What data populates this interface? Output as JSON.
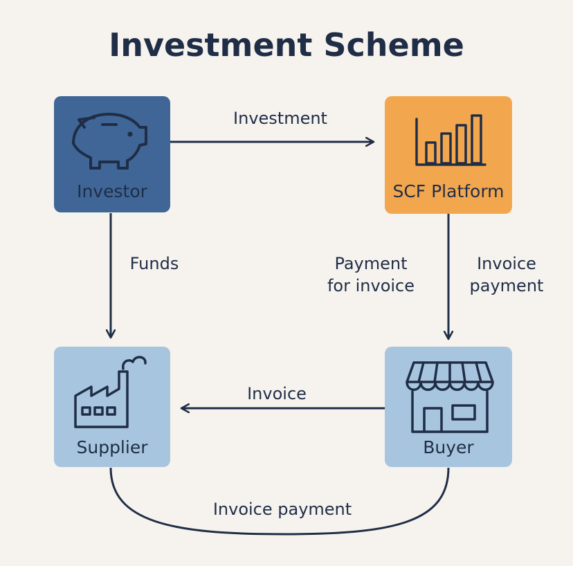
{
  "title": "Investment Scheme",
  "nodes": {
    "investor": {
      "label": "Investor",
      "icon": "piggy-bank-icon",
      "color": "#3f6696"
    },
    "platform": {
      "label": "SCF Platform",
      "icon": "bar-chart-icon",
      "color": "#f2a74f"
    },
    "supplier": {
      "label": "Supplier",
      "icon": "factory-icon",
      "color": "#a8c5df"
    },
    "buyer": {
      "label": "Buyer",
      "icon": "storefront-icon",
      "color": "#a8c5df"
    }
  },
  "edges": {
    "investment": "Investment",
    "funds": "Funds",
    "payment_for_invoice_line1": "Payment",
    "payment_for_invoice_line2": "for invoice",
    "invoice_payment_line1": "Invoice",
    "invoice_payment_line2": "payment",
    "invoice": "Invoice",
    "bottom_invoice_payment": "Invoice payment"
  },
  "colors": {
    "background": "#f6f3ee",
    "ink": "#1f2d46"
  }
}
